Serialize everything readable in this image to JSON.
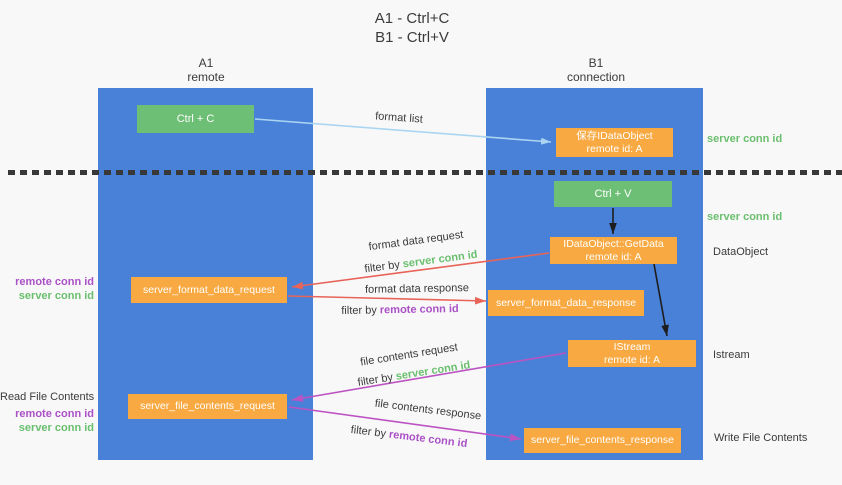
{
  "title": {
    "line1": "A1 - Ctrl+C",
    "line2": "B1 - Ctrl+V"
  },
  "columns": {
    "left": {
      "header_line1": "A1",
      "header_line2": "remote"
    },
    "right": {
      "header_line1": "B1",
      "header_line2": "connection"
    }
  },
  "nodes": {
    "ctrl_c": "Ctrl + C",
    "ctrl_v": "Ctrl + V",
    "save_idataobject": {
      "line1": "保存IDataObject",
      "line2": "remote id: A"
    },
    "getdata": {
      "line1": "IDataObject::GetData",
      "line2": "remote id: A"
    },
    "istream": {
      "line1": "IStream",
      "line2": "remote id: A"
    },
    "format_request": "server_format_data_request",
    "format_response": "server_format_data_response",
    "file_request": "server_file_contents_request",
    "file_response": "server_file_contents_response"
  },
  "annotations": {
    "server_conn_id_top": "server conn id",
    "server_conn_id_mid": "server conn id",
    "dataobject": "DataObject",
    "istream_label": "Istream",
    "write_file_contents": "Write File Contents",
    "read_file_contents": "Read File Contents",
    "left_block1_remote": "remote conn id",
    "left_block1_server": "server conn id",
    "left_block2_remote": "remote conn id",
    "left_block2_server": "server conn id"
  },
  "arrow_labels": {
    "format_list": "format list",
    "format_data_request": "format data request",
    "format_data_response": "format data response",
    "file_contents_request": "file contents request",
    "file_contents_response": "file contents response",
    "filter_prefix": "filter by ",
    "filter_server_value": "server conn id",
    "filter_remote_value": "remote conn id"
  },
  "colors": {
    "column_blue": "#4a81d8",
    "box_orange": "#f8a941",
    "box_green": "#6ebf76",
    "arrow_red": "#e86358",
    "arrow_magenta": "#bd53c3",
    "arrow_blue": "#aad5f2",
    "arrow_black": "#1d1d1d",
    "text_green": "#6abf6e",
    "text_purple": "#ab51c7",
    "text_dark": "#3b3b3b",
    "dotted_line": "#383838",
    "background": "#f8f8f8"
  }
}
